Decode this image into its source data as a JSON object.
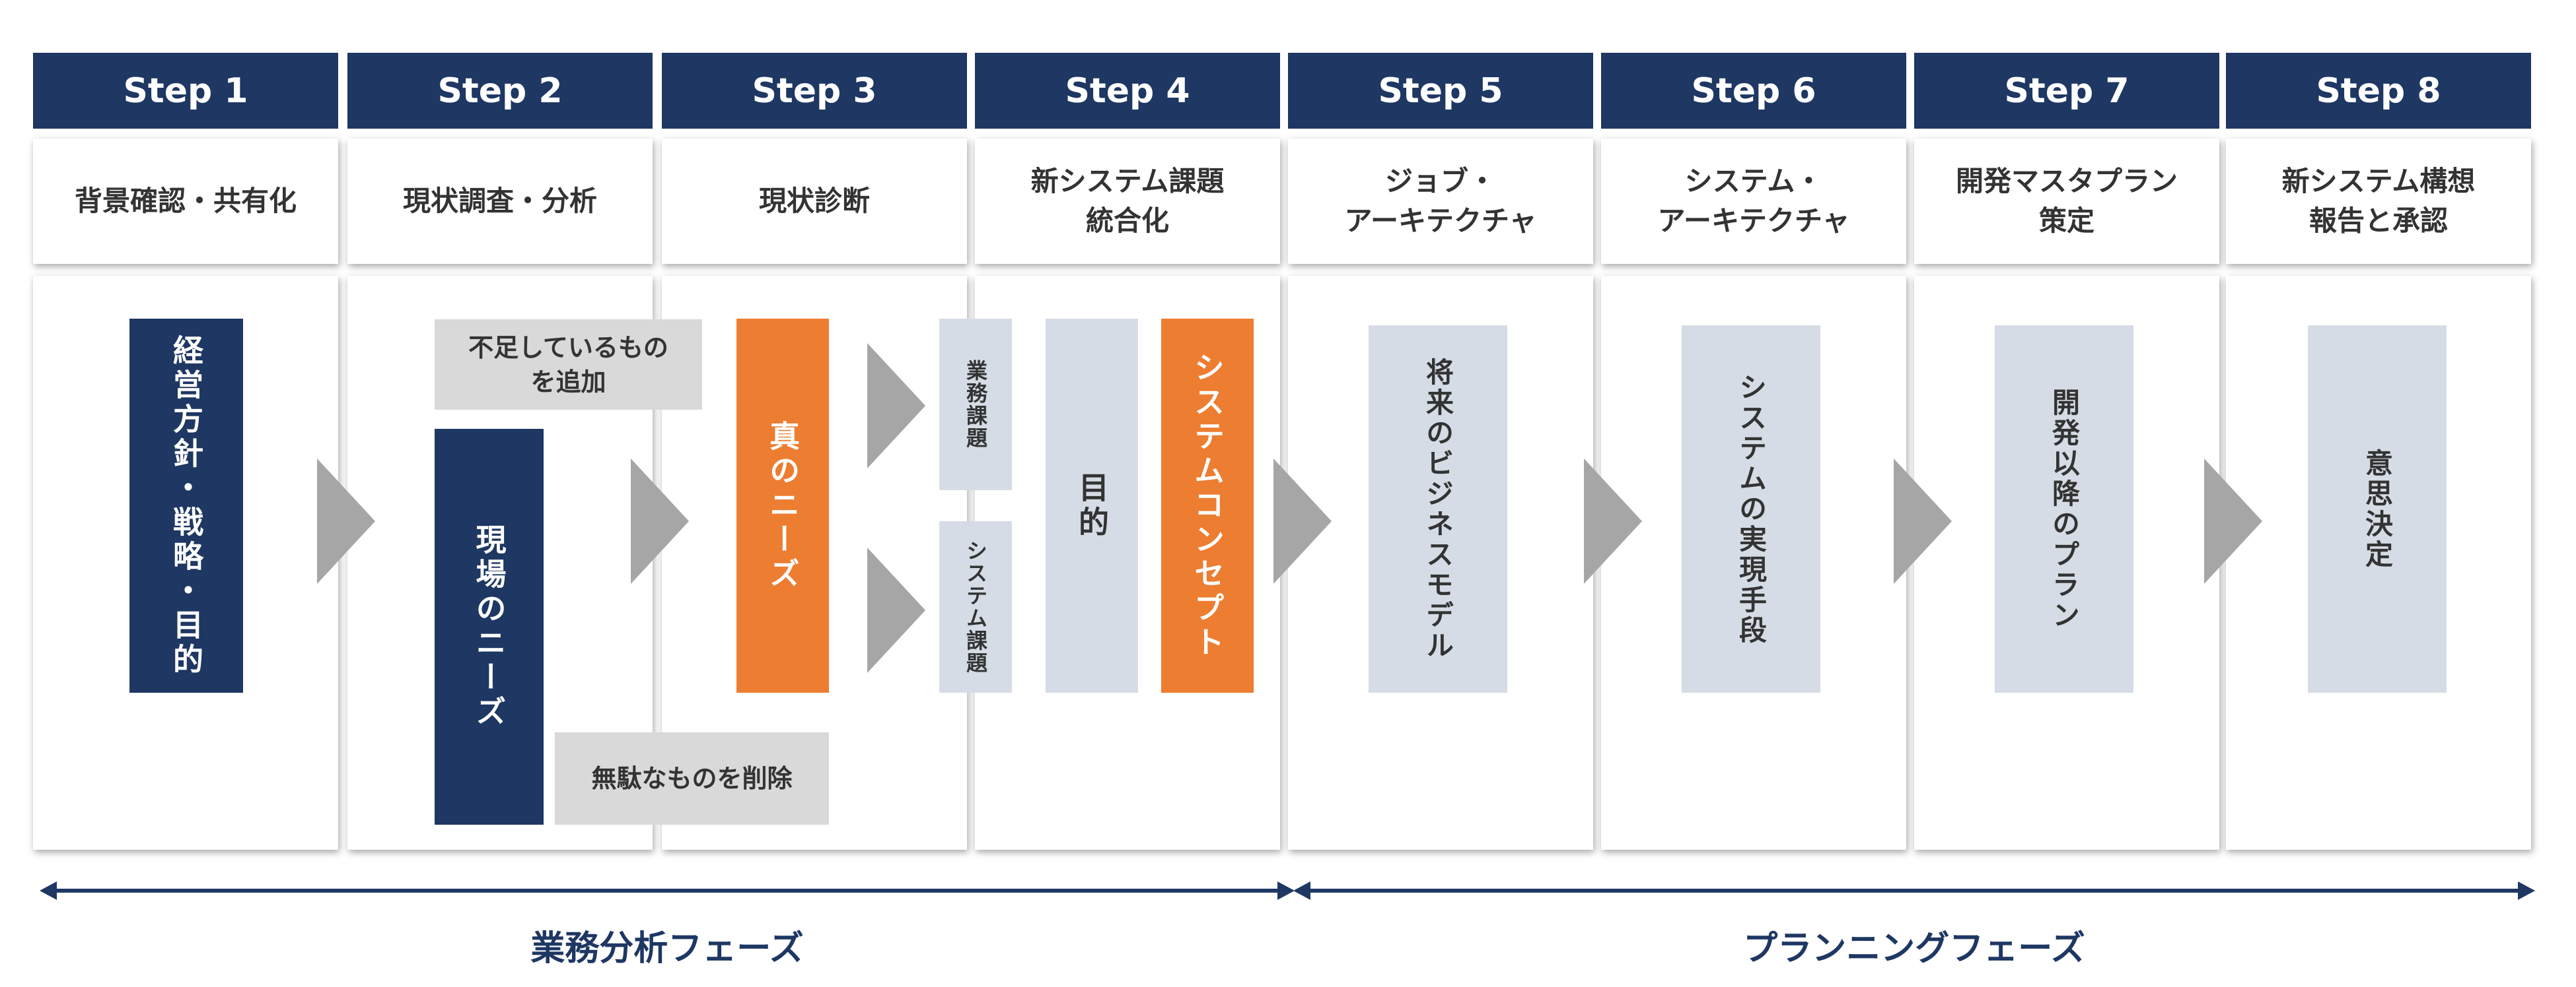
{
  "steps": [
    {
      "label": "Step 1",
      "title": "背景確認・共有化"
    },
    {
      "label": "Step 2",
      "title": "現状調査・分析"
    },
    {
      "label": "Step 3",
      "title": "現状診断"
    },
    {
      "label": "Step 4",
      "title": "新システム課題\n統合化"
    },
    {
      "label": "Step 5",
      "title": "ジョブ・\nアーキテクチャ"
    },
    {
      "label": "Step 6",
      "title": "システム・\nアーキテクチャ"
    },
    {
      "label": "Step 7",
      "title": "開発マスタプラン\n策定"
    },
    {
      "label": "Step 8",
      "title": "新システム構想\n報告と承認"
    }
  ],
  "boxes": {
    "s1_policy": "経営方針・戦略・目的",
    "s2_add": "不足しているもの\nを追加",
    "s2_needs": "現場のニーズ",
    "s2_remove": "無駄なものを削除",
    "s3_true_needs": "真のニーズ",
    "s4_business": "業務課題",
    "s4_system": "システム課題",
    "s4_purpose": "目的",
    "s4_concept": "システムコンセプト",
    "s5": "将来のビジネスモデル",
    "s6": "システムの実現手段",
    "s7": "開発以降のプラン",
    "s8": "意思決定"
  },
  "phases": {
    "analysis": "業務分析フェーズ",
    "planning": "プランニングフェーズ"
  },
  "colors": {
    "navy": "#1e3763",
    "orange": "#ed7d31",
    "light_blue": "#d6dce5",
    "grey": "#d9d9d9",
    "arrow": "#a6a6a6"
  }
}
